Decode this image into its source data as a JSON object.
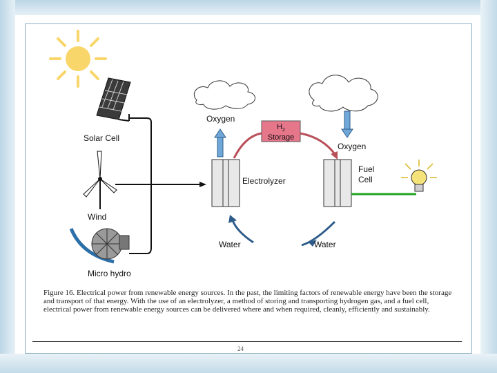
{
  "labels": {
    "solar_cell": "Solar Cell",
    "wind": "Wind",
    "micro_hydro": "Micro hydro",
    "oxygen_left": "Oxygen",
    "oxygen_right": "Oxygen",
    "h2": "H",
    "h2_sub": "2",
    "storage": "Storage",
    "electrolyzer": "Electrolyzer",
    "fuel": "Fuel",
    "cell": "Cell",
    "water_left": "Water",
    "water_right": "Water"
  },
  "caption": "Figure 16.   Electrical power from renewable energy sources. In the past, the limiting factors of renewable energy have been the storage and transport of that energy. With the use of an electrolyzer, a method of storing and transporting hydrogen gas, and a fuel cell, electrical power from renewable energy sources can be delivered where and when required, cleanly, efficiently and sustainably.",
  "page_number": "24",
  "colors": {
    "sun": "#f9d66a",
    "storage_box": "#e6768a",
    "cycle_arrow_red": "#b8505a",
    "cycle_arrow_blue": "#2e5c8a",
    "oxygen_arrow": "#6fa8d8",
    "wire_green": "#1fa31f",
    "bulb": "#f5e27a"
  }
}
